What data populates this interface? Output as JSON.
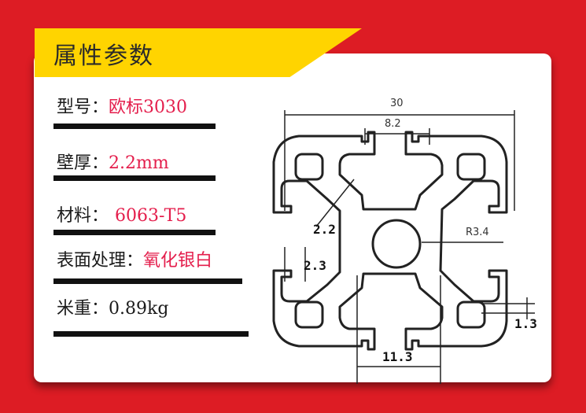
{
  "header": {
    "title": "属性参数"
  },
  "specs": [
    {
      "label": "型号：",
      "value": "欧标3030"
    },
    {
      "label": "壁厚：",
      "value": "2.2mm"
    },
    {
      "label": "材料：",
      "value": "6063-T5"
    },
    {
      "label": "表面处理：",
      "value": "氧化银白"
    },
    {
      "label": "米重：",
      "value": "0.89kg"
    }
  ],
  "diagram": {
    "width_label": "30",
    "slot_label": "8.2",
    "radius_label": "R3.4",
    "wall_label": "2.2",
    "lip_label": "2.3",
    "small_label": "1.3",
    "base_label": "11.3"
  },
  "colors": {
    "background": "#dd1c24",
    "banner": "#ffd400",
    "value_red": "#e41e4c"
  }
}
